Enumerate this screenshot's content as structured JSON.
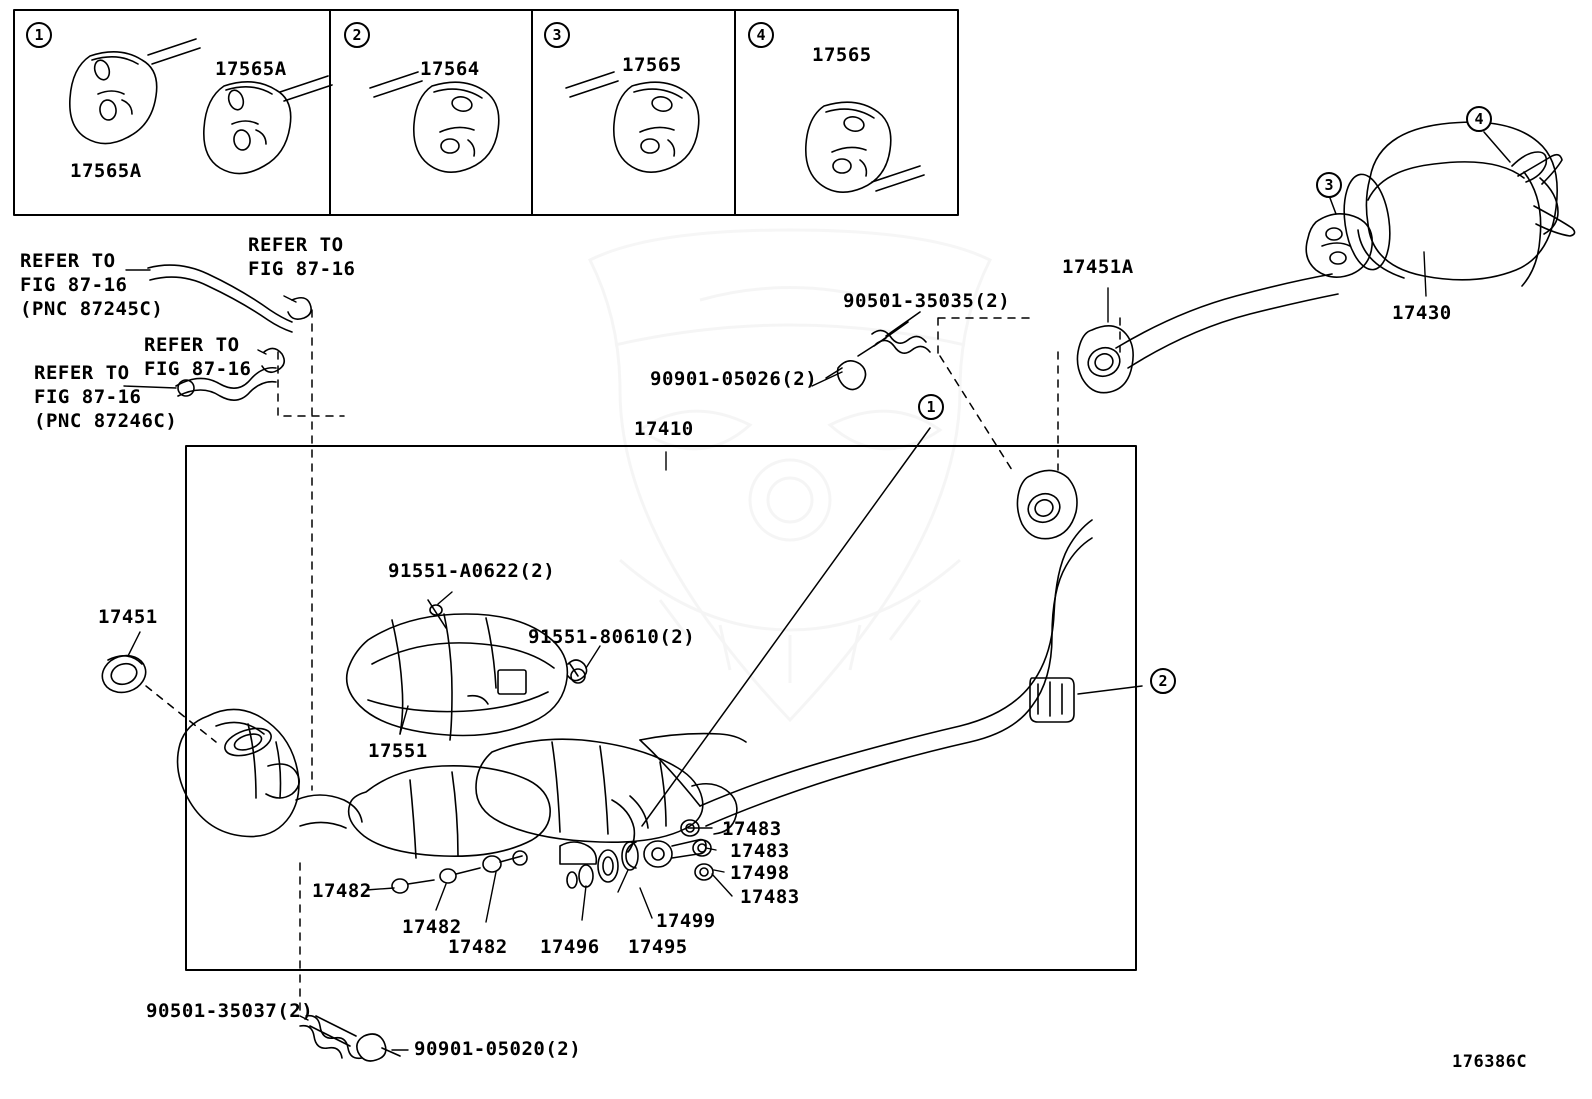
{
  "diagram": {
    "figure_code": "176386C",
    "legend_boxes": [
      {
        "callout": "1",
        "labels": [
          "17565A",
          "17565A"
        ]
      },
      {
        "callout": "2",
        "labels": [
          "17564"
        ]
      },
      {
        "callout": "3",
        "labels": [
          "17565"
        ]
      },
      {
        "callout": "4",
        "labels": [
          "17565"
        ]
      }
    ],
    "callouts": [
      {
        "id": "c1",
        "text": "1"
      },
      {
        "id": "c2",
        "text": "2"
      },
      {
        "id": "c3",
        "text": "3"
      },
      {
        "id": "c4",
        "text": "4"
      }
    ],
    "refer_notes": [
      {
        "line1": "REFER TO",
        "line2": "FIG 87-16",
        "line3": "(PNC 87245C)"
      },
      {
        "line1": "REFER TO",
        "line2": "FIG 87-16",
        "line3": ""
      },
      {
        "line1": "REFER TO",
        "line2": "FIG 87-16",
        "line3": ""
      },
      {
        "line1": "REFER TO",
        "line2": "FIG 87-16",
        "line3": "(PNC 87246C)"
      }
    ],
    "part_labels": [
      {
        "id": "p17430",
        "text": "17430"
      },
      {
        "id": "p17451A",
        "text": "17451A"
      },
      {
        "id": "p17410",
        "text": "17410"
      },
      {
        "id": "p17451",
        "text": "17451"
      },
      {
        "id": "p17551",
        "text": "17551"
      },
      {
        "id": "p90501_35035",
        "text": "90501-35035(2)"
      },
      {
        "id": "p90901_05026",
        "text": "90901-05026(2)"
      },
      {
        "id": "p91551_A0622",
        "text": "91551-A0622(2)"
      },
      {
        "id": "p91551_80610",
        "text": "91551-80610(2)"
      },
      {
        "id": "p17483_a",
        "text": "17483"
      },
      {
        "id": "p17483_b",
        "text": "17483"
      },
      {
        "id": "p17498",
        "text": "17498"
      },
      {
        "id": "p17483_c",
        "text": "17483"
      },
      {
        "id": "p17482_a",
        "text": "17482"
      },
      {
        "id": "p17482_b",
        "text": "17482"
      },
      {
        "id": "p17482_c",
        "text": "17482"
      },
      {
        "id": "p17499",
        "text": "17499"
      },
      {
        "id": "p17496",
        "text": "17496"
      },
      {
        "id": "p17495",
        "text": "17495"
      },
      {
        "id": "p90501_35037",
        "text": "90501-35037(2)"
      },
      {
        "id": "p90901_05020",
        "text": "90901-05020(2)"
      }
    ]
  }
}
